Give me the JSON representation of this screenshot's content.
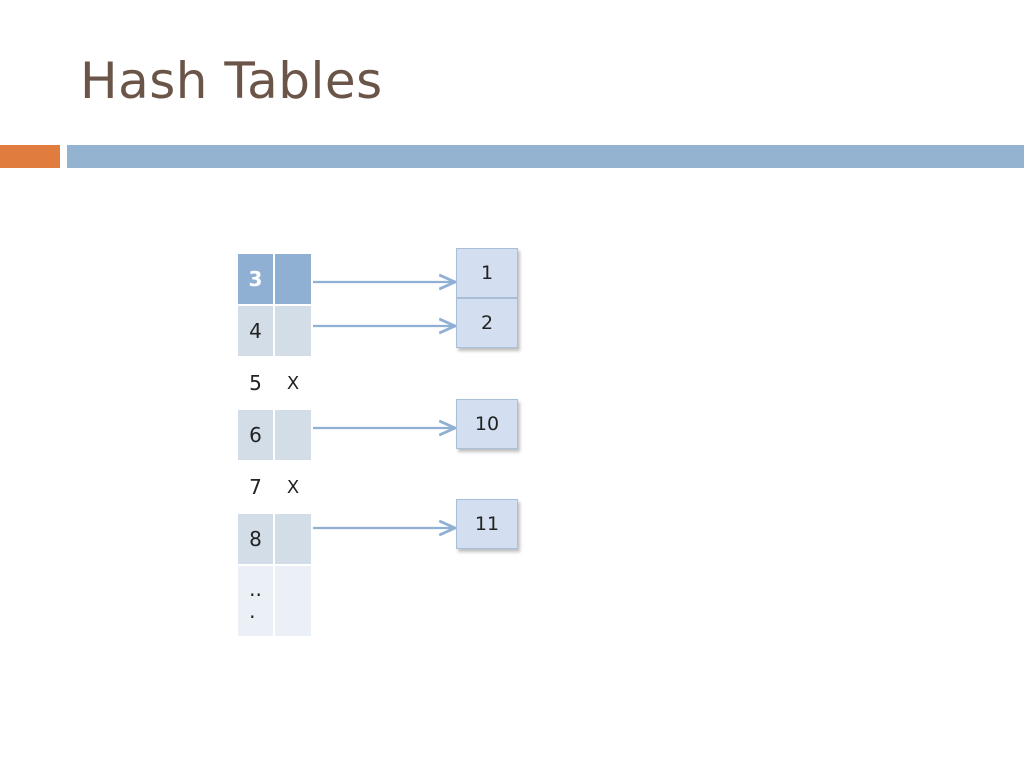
{
  "slide": {
    "title": "Hash Tables"
  },
  "table": {
    "rows": [
      {
        "key": "3",
        "value": ""
      },
      {
        "key": "4",
        "value": ""
      },
      {
        "key": "5",
        "value": "X"
      },
      {
        "key": "6",
        "value": ""
      },
      {
        "key": "7",
        "value": "X"
      },
      {
        "key": "8",
        "value": ""
      },
      {
        "key": "..\n.",
        "value": ""
      }
    ]
  },
  "chains": [
    {
      "row": "3",
      "node": "1"
    },
    {
      "row": "4",
      "node": "2"
    },
    {
      "row": "6",
      "node": "10"
    },
    {
      "row": "8",
      "node": "11"
    }
  ],
  "colors": {
    "title": "#6b5549",
    "accent": "#e07c3e",
    "bar": "#93b3d1",
    "header": "#8fb0d3",
    "arrow": "#8fb0d3"
  }
}
